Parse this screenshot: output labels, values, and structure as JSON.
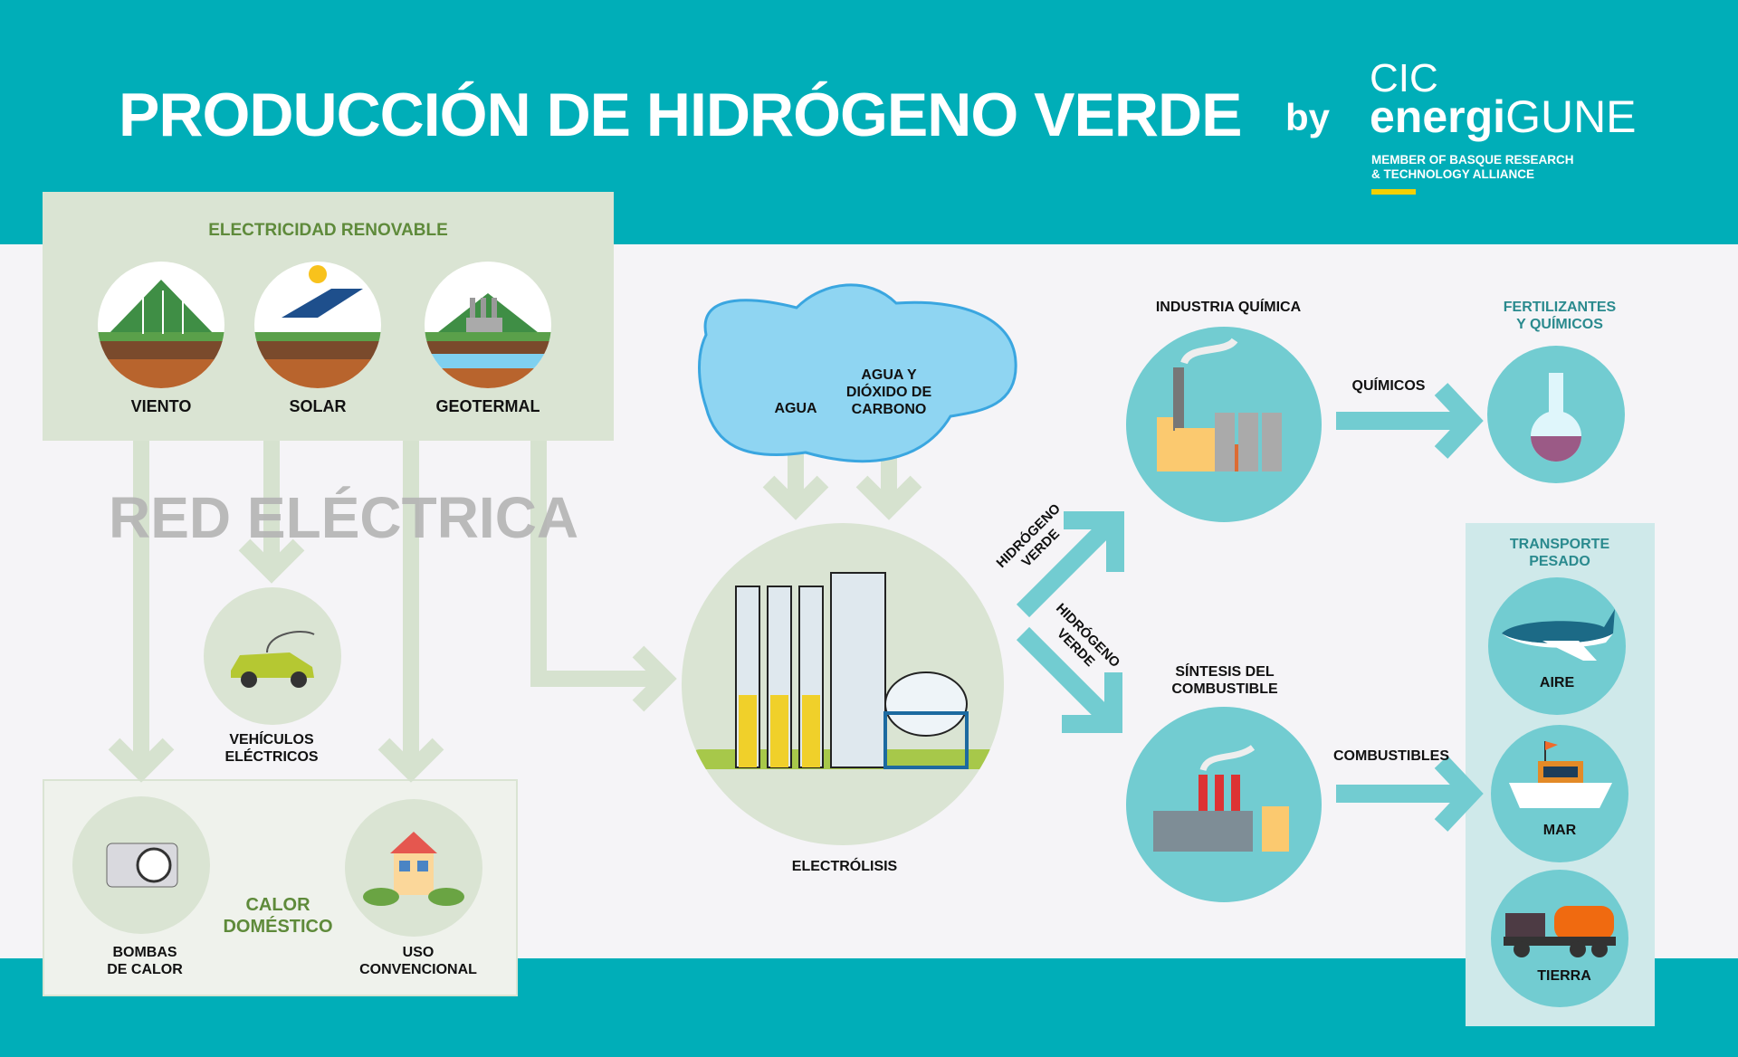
{
  "header": {
    "title": "PRODUCCIÓN DE HIDRÓGENO VERDE",
    "by": "by",
    "logo": {
      "line1": "CIC",
      "bold": "energi",
      "light": "GUNE",
      "tagline": "MEMBER OF BASQUE RESEARCH\n& TECHNOLOGY ALLIANCE"
    }
  },
  "colors": {
    "brand_teal": "#00aeb8",
    "circle_teal": "#72ccd1",
    "green_panel": "#dae4d3",
    "green_text": "#5e8a3a",
    "accent_yellow": "#f5d000"
  },
  "renewables": {
    "title": "ELECTRICIDAD RENOVABLE",
    "items": [
      {
        "label": "VIENTO",
        "icon": "wind-turbine-icon"
      },
      {
        "label": "SOLAR",
        "icon": "solar-panel-icon"
      },
      {
        "label": "GEOTERMAL",
        "icon": "geothermal-plant-icon"
      }
    ]
  },
  "grid_label": "RED ELÉCTRICA",
  "ev": {
    "label": "VEHÍCULOS\nELÉCTRICOS",
    "icon": "electric-car-icon"
  },
  "domestic": {
    "title": "CALOR\nDOMÉSTICO",
    "items": [
      {
        "label": "BOMBAS\nDE CALOR",
        "icon": "heat-pump-icon"
      },
      {
        "label": "USO\nCONVENCIONAL",
        "icon": "house-icon"
      }
    ]
  },
  "inputs": {
    "water": "AGUA",
    "water_co2": "AGUA Y\nDIÓXIDO DE\nCARBONO"
  },
  "electrolysis": {
    "label": "ELECTRÓLISIS",
    "icon": "electrolysis-plant-icon"
  },
  "flows": {
    "h2_up": "HIDRÓGENO\nVERDE",
    "h2_down": "HIDRÓGENO\nVERDE",
    "chemicals": "QUÍMICOS",
    "fuels": "COMBUSTIBLES"
  },
  "chem_industry": {
    "label": "INDUSTRIA QUÍMICA",
    "icon": "factory-icon"
  },
  "fertilizers": {
    "label": "FERTILIZANTES\nY QUÍMICOS",
    "icon": "flask-icon"
  },
  "fuel_synthesis": {
    "label": "SÍNTESIS DEL\nCOMBUSTIBLE",
    "icon": "refinery-icon"
  },
  "transport": {
    "title": "TRANSPORTE\nPESADO",
    "items": [
      {
        "label": "AIRE",
        "icon": "airplane-icon"
      },
      {
        "label": "MAR",
        "icon": "ship-icon"
      },
      {
        "label": "TIERRA",
        "icon": "truck-icon"
      }
    ]
  }
}
